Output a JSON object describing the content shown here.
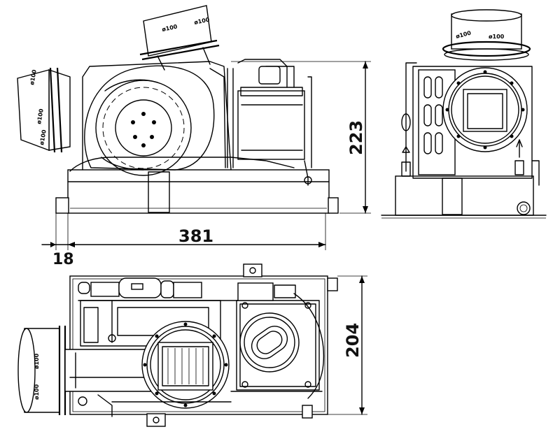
{
  "dimensions": {
    "height_side": "223",
    "length": "381",
    "offset": "18",
    "width_top": "204"
  },
  "duct_labels": {
    "top_left": "ø100",
    "top_right": "ø100",
    "left_top": "ø100",
    "left_mid": "ø100",
    "left_bot": "ø100",
    "right_view_left": "ø100",
    "right_view_right": "ø100",
    "plan_upper": "ø100",
    "plan_lower": "ø100"
  }
}
